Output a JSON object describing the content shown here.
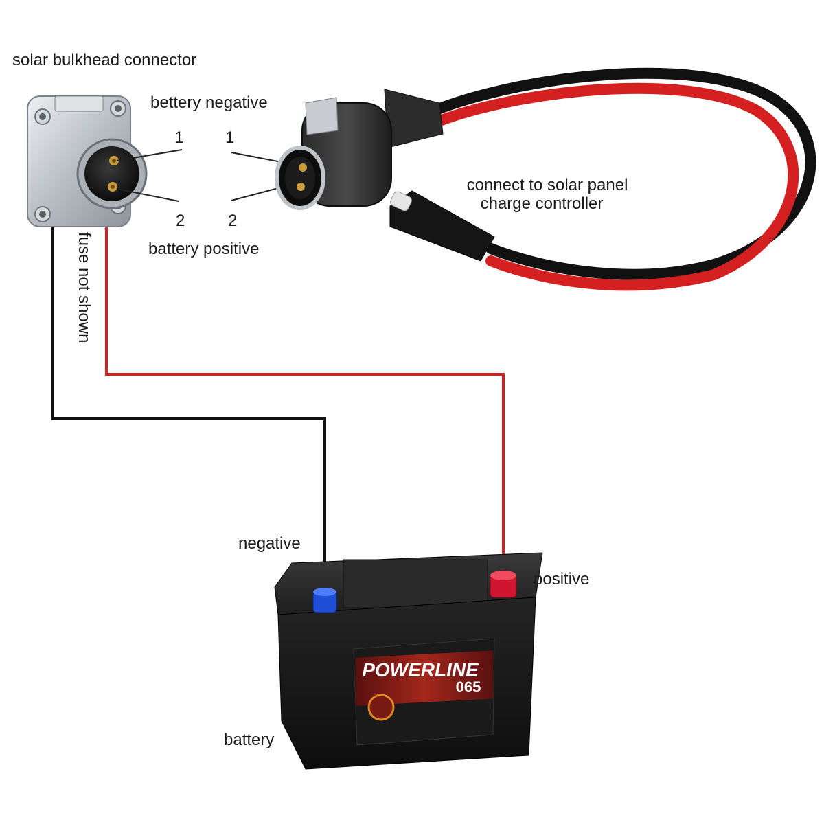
{
  "labels": {
    "bulkhead": "solar bulkhead connector",
    "battery_negative_pin": "bettery negative",
    "battery_positive_pin": "battery positive",
    "fuse_note": "fuse not shown",
    "solar_line1": "connect to solar panel",
    "solar_line2": "charge controller",
    "negative": "negative",
    "positive": "positive",
    "battery": "battery"
  },
  "pins": {
    "left_1": "1",
    "left_2": "2",
    "right_1": "1",
    "right_2": "2"
  },
  "battery_brand": "POWERLINE",
  "battery_model": "065",
  "colors": {
    "red_wire": "#d42020",
    "black_wire": "#111111",
    "negative_terminal": "#1f4fd6",
    "positive_terminal": "#d01530",
    "battery_body": "#1a1a1a",
    "brand_text": "#ffffff",
    "connector_metal": "#c9cdd2"
  }
}
